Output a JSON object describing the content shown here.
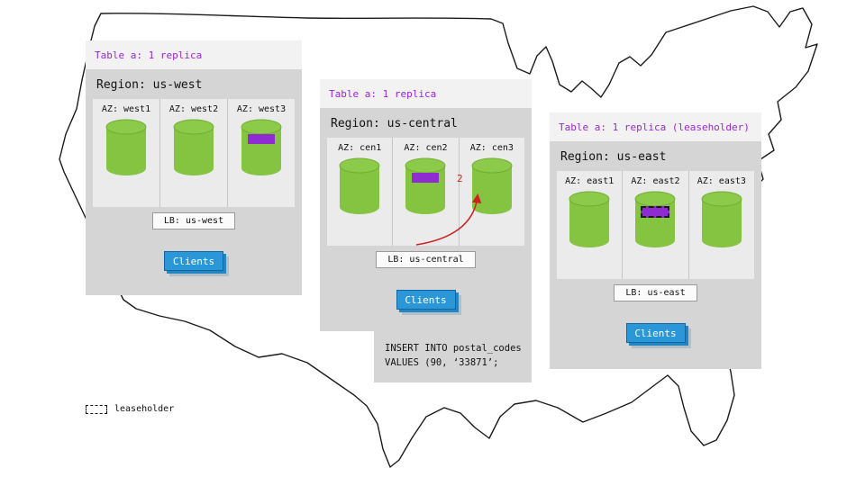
{
  "legend": {
    "label": "leaseholder"
  },
  "regions": [
    {
      "id": "us-west",
      "table_label": "Table a: 1 replica",
      "region_label": "Region: us-west",
      "azs": [
        {
          "label": "AZ: west1",
          "replica": false,
          "leaseholder": false
        },
        {
          "label": "AZ: west2",
          "replica": false,
          "leaseholder": false
        },
        {
          "label": "AZ: west3",
          "replica": true,
          "leaseholder": false
        }
      ],
      "lb_label": "LB: us-west",
      "clients_label": "Clients"
    },
    {
      "id": "us-central",
      "table_label": "Table a: 1 replica",
      "region_label": "Region: us-central",
      "azs": [
        {
          "label": "AZ: cen1",
          "replica": false,
          "leaseholder": false
        },
        {
          "label": "AZ: cen2",
          "replica": true,
          "leaseholder": false
        },
        {
          "label": "AZ: cen3",
          "replica": false,
          "leaseholder": false
        }
      ],
      "lb_label": "LB: us-central",
      "clients_label": "Clients",
      "arrow_label": "2",
      "sql_lines": [
        "INSERT INTO postal_codes",
        "VALUES (90, ‘33871’;"
      ]
    },
    {
      "id": "us-east",
      "table_label": "Table a: 1 replica (leaseholder)",
      "region_label": "Region: us-east",
      "azs": [
        {
          "label": "AZ: east1",
          "replica": false,
          "leaseholder": false
        },
        {
          "label": "AZ: east2",
          "replica": true,
          "leaseholder": true
        },
        {
          "label": "AZ: east3",
          "replica": false,
          "leaseholder": false
        }
      ],
      "lb_label": "LB: us-east",
      "clients_label": "Clients"
    }
  ],
  "colors": {
    "cylinder": "#84c441",
    "cylinder_top": "#8ccb49",
    "replica": "#8e2bd1",
    "clients": "#2b97d8",
    "accent": "#9b26d9",
    "arrow": "#cc2222"
  }
}
